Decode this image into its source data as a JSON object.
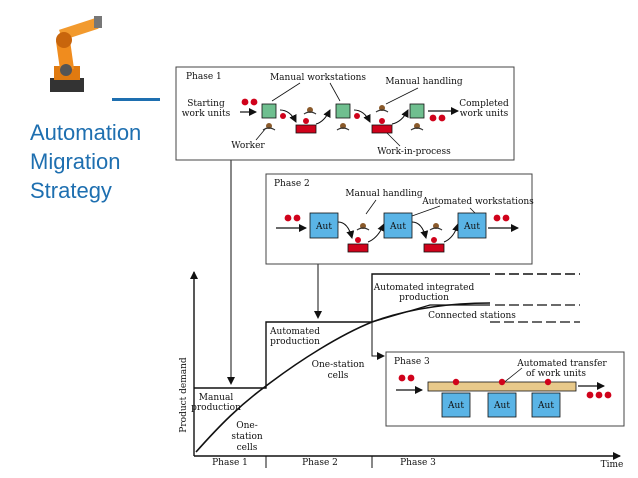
{
  "slide": {
    "title_lines": [
      "Automation",
      "Migration",
      "Strategy"
    ]
  },
  "robot": {
    "icon": "industrial-robot-arm-icon"
  },
  "phase1_box": {
    "label": "Phase 1",
    "manual_workstations": "Manual workstations",
    "manual_handling": "Manual handling",
    "starting_line1": "Starting",
    "starting_line2": "work units",
    "completed_line1": "Completed",
    "completed_line2": "work units",
    "worker": "Worker",
    "wip": "Work-in-process"
  },
  "phase2_box": {
    "label": "Phase 2",
    "manual_handling": "Manual handling",
    "automated_workstations": "Automated workstations",
    "aut_labels": [
      "Aut",
      "Aut",
      "Aut"
    ]
  },
  "phase3_box": {
    "label": "Phase 3",
    "automated_transfer_line1": "Automated transfer",
    "automated_transfer_line2": "of work units",
    "aut_labels": [
      "Aut",
      "Aut",
      "Aut"
    ]
  },
  "graph": {
    "y_axis_label": "Product demand",
    "x_axis_label": "Time",
    "phase_labels": [
      "Phase 1",
      "Phase 2",
      "Phase 3"
    ],
    "manual_production_line1": "Manual",
    "manual_production_line2": "production",
    "one_station_cells_lines": [
      "One-",
      "station",
      "cells"
    ],
    "automated_production_line1": "Automated",
    "automated_production_line2": "production",
    "one_station_cells2_line1": "One-station",
    "one_station_cells2_line2": "cells",
    "automated_integrated_line1": "Automated integrated",
    "automated_integrated_line2": "production",
    "connected_stations": "Connected stations"
  },
  "colors": {
    "title_blue": "#1e6fb0",
    "workstation_green": "#6fbf8f",
    "aut_blue": "#5ab4e6",
    "work_unit_red": "#d0021b",
    "conveyor_tan": "#e8c98a"
  }
}
